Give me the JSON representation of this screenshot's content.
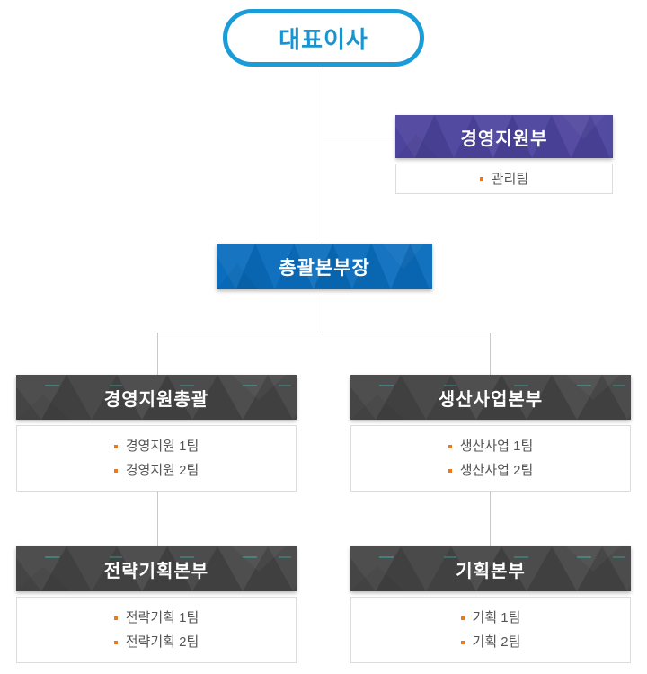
{
  "org": {
    "ceo": {
      "label": "대표이사"
    },
    "staff_dept": {
      "title": "경영지원부",
      "teams": [
        "관리팀"
      ]
    },
    "general_director": {
      "label": "총괄본부장"
    },
    "divisions": [
      {
        "title": "경영지원총괄",
        "teams": [
          "경영지원 1팀",
          "경영지원 2팀"
        ]
      },
      {
        "title": "생산사업본부",
        "teams": [
          "생산사업 1팀",
          "생산사업 2팀"
        ]
      },
      {
        "title": "전략기획본부",
        "teams": [
          "전략기획 1팀",
          "전략기획 2팀"
        ]
      },
      {
        "title": "기획본부",
        "teams": [
          "기획 1팀",
          "기획 2팀"
        ]
      }
    ]
  },
  "colors": {
    "ceo_border": "#1a9cd8",
    "ceo_text": "#1894d0",
    "staff_dept_bg": "#4d449e",
    "general_director_bg": "#0a6dbd",
    "division_bg": "#454545",
    "bullet": "#e8791e",
    "connector": "#c9c9c9",
    "team_text": "#555555",
    "subbox_border": "#dcdcdc"
  }
}
